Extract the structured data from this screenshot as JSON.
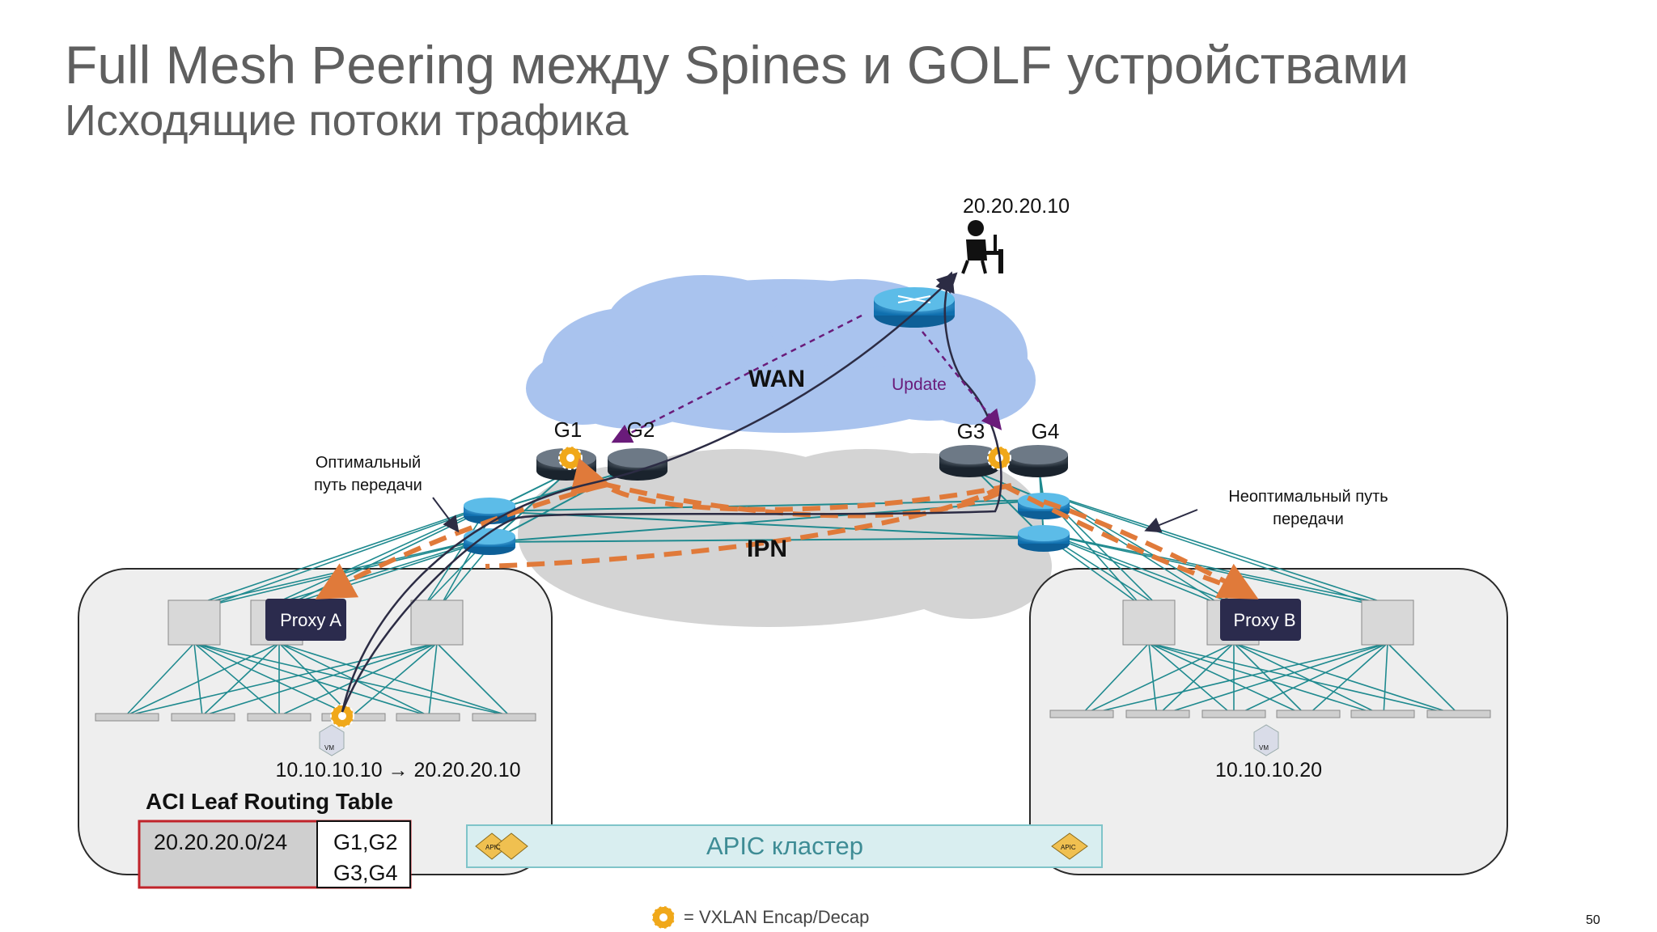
{
  "slide": {
    "title": "Full Mesh Peering между Spines и GOLF устройствами",
    "subtitle": "Исходящие потоки трафика",
    "page_number": "50"
  },
  "diagram": {
    "host_ip": "20.20.20.10",
    "wan_label": "WAN",
    "ipn_label": "IPN",
    "update_label": "Update",
    "golf_labels": [
      "G1",
      "G2",
      "G3",
      "G4"
    ],
    "optimal_path_label": [
      "Оптимальный",
      "путь передачи"
    ],
    "suboptimal_path_label": [
      "Неоптимальный путь",
      "передачи"
    ],
    "proxy_a": "Proxy A",
    "proxy_b": "Proxy B",
    "vm_label": "VM",
    "apic_icon_label": "APIC",
    "flow_left": "10.10.10.10 → 20.20.20.10",
    "vm_right_ip": "10.10.10.20",
    "routing_table_title": "ACI Leaf Routing Table",
    "routing_table": {
      "prefix": "20.20.20.0/24",
      "next_hops": [
        "G1,G2",
        "G3,G4"
      ]
    },
    "apic_cluster": "APIC кластер",
    "legend": "= VXLAN Encap/Decap"
  },
  "colors": {
    "title_gray": "#5f5f5f",
    "wan_cloud": "#a9c3ee",
    "ipn_cloud": "#d4d4d4",
    "fabric_link": "#1f8a8f",
    "orange_flow": "#e07a3a",
    "update_purple": "#6a1b7a",
    "router_blue": "#1b8fd0",
    "golf_dark": "#2b3a4a",
    "gear_gold": "#f0a81a",
    "routing_border": "#c0232a",
    "apic_bar": "#d9eef0"
  }
}
